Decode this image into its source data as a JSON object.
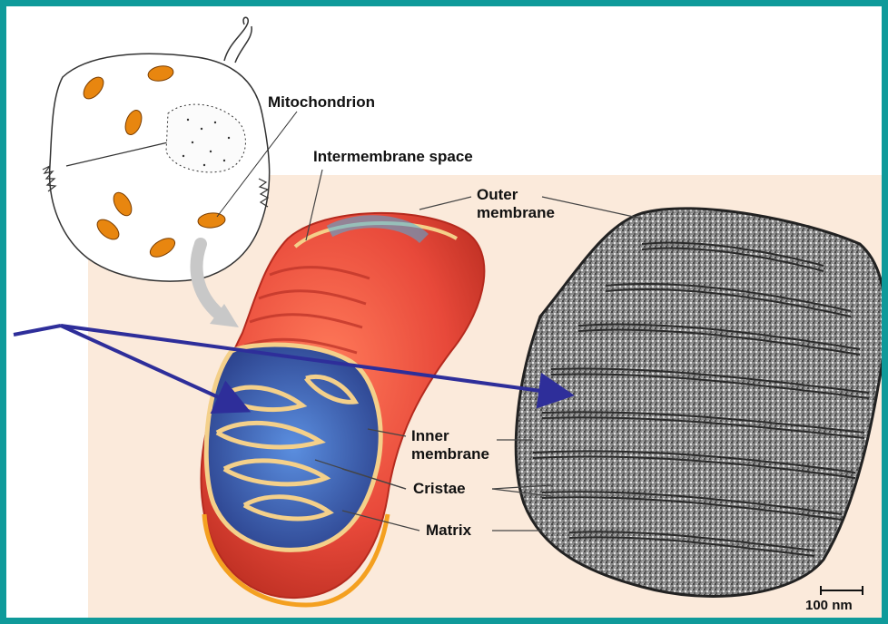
{
  "diagram": {
    "labels": {
      "mitochondrion": "Mitochondrion",
      "intermembrane_space": "Intermembrane space",
      "outer_membrane": "Outer\nmembrane",
      "inner_membrane": "Inner\nmembrane",
      "cristae": "Cristae",
      "matrix": "Matrix"
    },
    "scale_bar": {
      "label": "100 nm"
    }
  },
  "colors": {
    "frame": "#0f9a9a",
    "panel": "#fbeadb",
    "mitochondrion_red": "#e8493a",
    "membrane_tan": "#f4d08a",
    "matrix_blue": "#3a7fd0",
    "arrow_navy": "#2e2e9a",
    "cell_organelle_orange": "#e8860f"
  }
}
